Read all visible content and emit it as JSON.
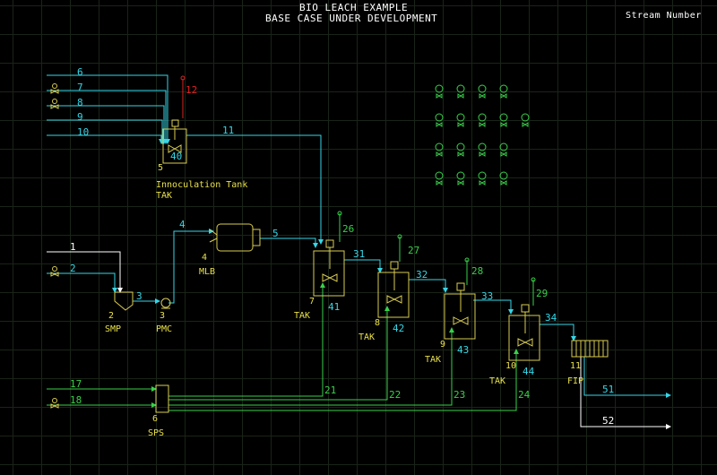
{
  "header": {
    "title": "BIO LEACH EXAMPLE",
    "subtitle": "BASE CASE UNDER DEVELOPMENT",
    "legend": "Stream Number"
  },
  "colors": {
    "background": "#000000",
    "grid": "#1a2418",
    "stream": "#36d6e6",
    "stream_label": "#36d6e6",
    "feed_label": "#ffffff",
    "recycle_label": "#39d14a",
    "vent_label": "#39d14a",
    "equipment": "#d9cc52",
    "equipment_label": "#e8e04a",
    "vent_red": "#e02020",
    "palette_icons": "#39d14a"
  },
  "units": [
    {
      "id": "u5",
      "number": "5",
      "name": "Innoculation Tank",
      "type": "TAK"
    },
    {
      "id": "u2",
      "number": "2",
      "type": "SMP"
    },
    {
      "id": "u3",
      "number": "3",
      "type": "PMC"
    },
    {
      "id": "u4",
      "number": "4",
      "type": "MLB"
    },
    {
      "id": "u7",
      "number": "7",
      "type": "TAK"
    },
    {
      "id": "u8",
      "number": "8",
      "type": "TAK"
    },
    {
      "id": "u9",
      "number": "9",
      "type": "TAK"
    },
    {
      "id": "u10",
      "number": "10",
      "type": "TAK"
    },
    {
      "id": "u11",
      "number": "11",
      "type": "FIP"
    },
    {
      "id": "u6",
      "number": "6",
      "type": "SPS"
    }
  ],
  "streams": {
    "s1": "1",
    "s2": "2",
    "s3": "3",
    "s4": "4",
    "s5": "5",
    "s6": "6",
    "s7": "7",
    "s8": "8",
    "s9": "9",
    "s10": "10",
    "s11": "11",
    "s12": "12",
    "s17": "17",
    "s18": "18",
    "s21": "21",
    "s22": "22",
    "s23": "23",
    "s24": "24",
    "s26": "26",
    "s27": "27",
    "s28": "28",
    "s29": "29",
    "s31": "31",
    "s32": "32",
    "s33": "33",
    "s34": "34",
    "s40": "40",
    "s41": "41",
    "s42": "42",
    "s43": "43",
    "s44": "44",
    "s51": "51",
    "s52": "52"
  }
}
